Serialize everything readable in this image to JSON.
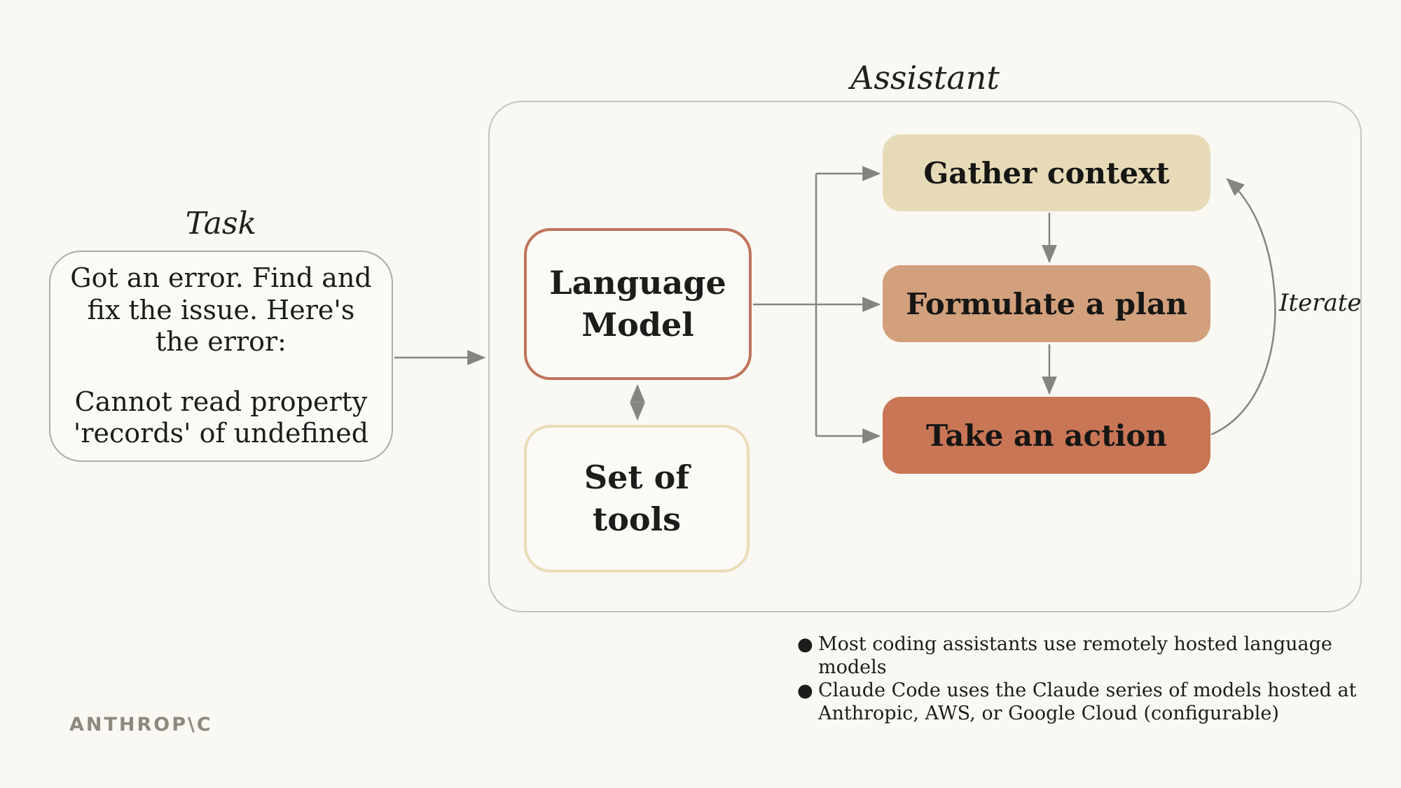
{
  "task": {
    "label": "Task",
    "request_lines": [
      "Got an error. Find and",
      "fix the issue. Here's",
      "the error:"
    ],
    "error_lines": [
      "Cannot read property",
      "'records' of undefined"
    ]
  },
  "assistant": {
    "label": "Assistant",
    "language_model_lines": [
      "Language",
      "Model"
    ],
    "tools_lines": [
      "Set of",
      "tools"
    ],
    "steps": [
      {
        "label": "Gather context",
        "fill": "#E7DAB7"
      },
      {
        "label": "Formulate a plan",
        "fill": "#D2A07C"
      },
      {
        "label": "Take an action",
        "fill": "#C87656"
      }
    ],
    "iterate_label": "Iterate"
  },
  "notes": [
    {
      "bullet": "●",
      "lines": [
        "Most coding assistants use remotely hosted language",
        "models"
      ]
    },
    {
      "bullet": "●",
      "lines": [
        "Claude Code uses the Claude series of models hosted at",
        "Anthropic, AWS, or Google Cloud (configurable)"
      ]
    }
  ],
  "logo": "ANTHROP\\C",
  "colors": {
    "background": "#F9F8F3",
    "card_fill": "#FBFAF7",
    "text": "#1C1C1A",
    "arrow": "#85857F",
    "task_border": "#ACACA4",
    "container_border": "#C6C6BE",
    "model_border": "#C0735A",
    "tools_border": "#EBDCB8",
    "gather_fill": "#E7DAB7",
    "plan_fill": "#D2A07C",
    "action_fill": "#C87656",
    "logo": "#8E897E"
  }
}
